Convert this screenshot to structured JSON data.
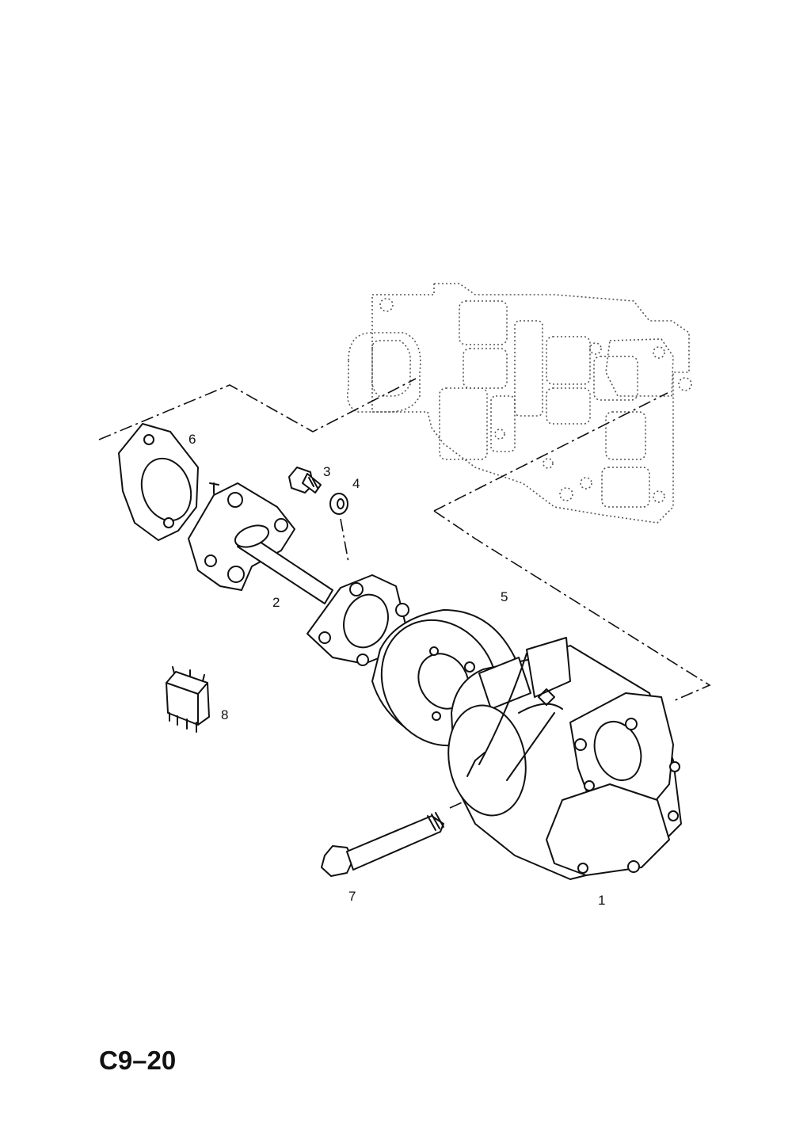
{
  "diagram_code": "C9–20",
  "callouts": {
    "c1": "1",
    "c2": "2",
    "c3": "3",
    "c4": "4",
    "c5": "5",
    "c6": "6",
    "c7": "7",
    "c8": "8"
  }
}
